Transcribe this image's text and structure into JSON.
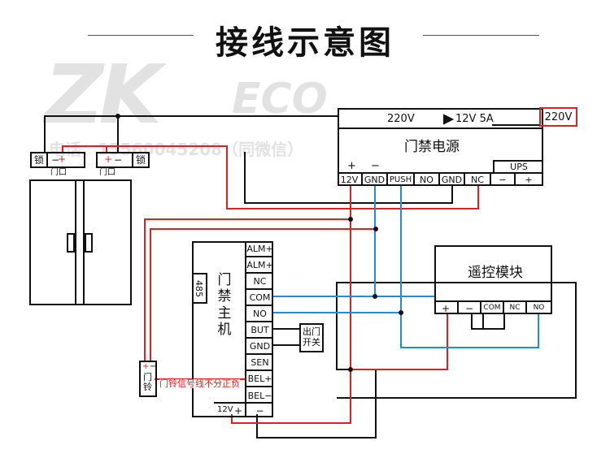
{
  "title": "接线示意图",
  "watermark": {
    "brand_left": "ZK",
    "brand_right": "ECO",
    "phone": "电话：15560045208（同微信）"
  },
  "power": {
    "input": "220V",
    "output": "12V 5A",
    "name": "门禁电源",
    "plus": "+",
    "minus": "−",
    "ups": "UPS",
    "ups_minus": "−",
    "ups_plus": "+",
    "terminals": [
      "12V",
      "GND",
      "PUSH",
      "NO",
      "GND",
      "NC"
    ]
  },
  "mains_label": "220V",
  "locks": [
    {
      "plus": "+",
      "minus": "−",
      "name": "锁",
      "caption": "门口"
    },
    {
      "plus": "+",
      "minus": "−",
      "name": "锁",
      "caption": "门口"
    }
  ],
  "controller": {
    "name": "门禁主机",
    "port": "485",
    "terminals": [
      "ALM+",
      "ALM+",
      "NC",
      "COM",
      "NO",
      "BUT",
      "GND",
      "SEN",
      "BEL+",
      "BEL−"
    ],
    "power_label": "12V",
    "power_plus": "+",
    "power_minus": "−"
  },
  "exit_switch": "出门开关",
  "bell": {
    "label": "门铃",
    "plus": "+",
    "minus": "−"
  },
  "bell_note": "门铃信号线不分正负",
  "remote": {
    "name": "遥控模块",
    "terminals": [
      "+",
      "−",
      "COM",
      "NC",
      "NO"
    ]
  },
  "colors": {
    "red": "#e02020",
    "blue": "#1e8fd6",
    "black": "#111111",
    "watermark": "#e2e2e2",
    "alert": "#e02020"
  }
}
